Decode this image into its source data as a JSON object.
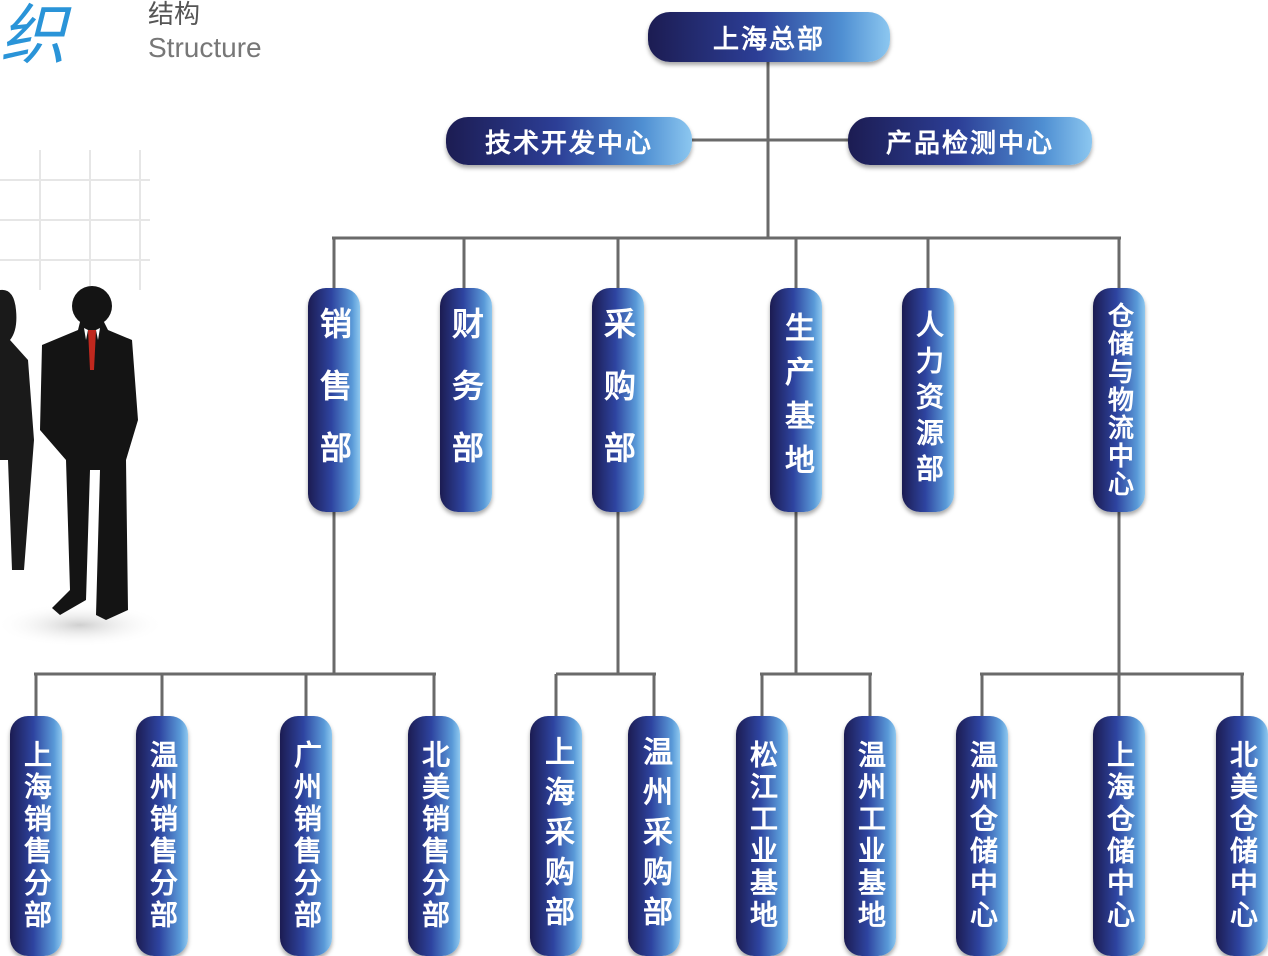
{
  "header": {
    "title_script": "织",
    "title_cn": "结构",
    "title_en": "Structure"
  },
  "org": {
    "root": "上海总部",
    "centers": [
      "技术开发中心",
      "产品检测中心"
    ],
    "departments": [
      "销售部",
      "财务部",
      "采购部",
      "生产基地",
      "人力资源部",
      "仓储与物流中心"
    ],
    "sub": {
      "sales": [
        "上海销售分部",
        "温州销售分部",
        "广州销售分部",
        "北美销售分部"
      ],
      "purchase": [
        "上海采购部",
        "温州采购部"
      ],
      "production": [
        "松江工业基地",
        "温州工业基地"
      ],
      "storage": [
        "温州仓储中心",
        "上海仓储中心",
        "北美仓储中心"
      ]
    }
  },
  "colors": {
    "pill_dark": "#1c1c52",
    "pill_light": "#8cc7f0",
    "line": "#666666"
  }
}
